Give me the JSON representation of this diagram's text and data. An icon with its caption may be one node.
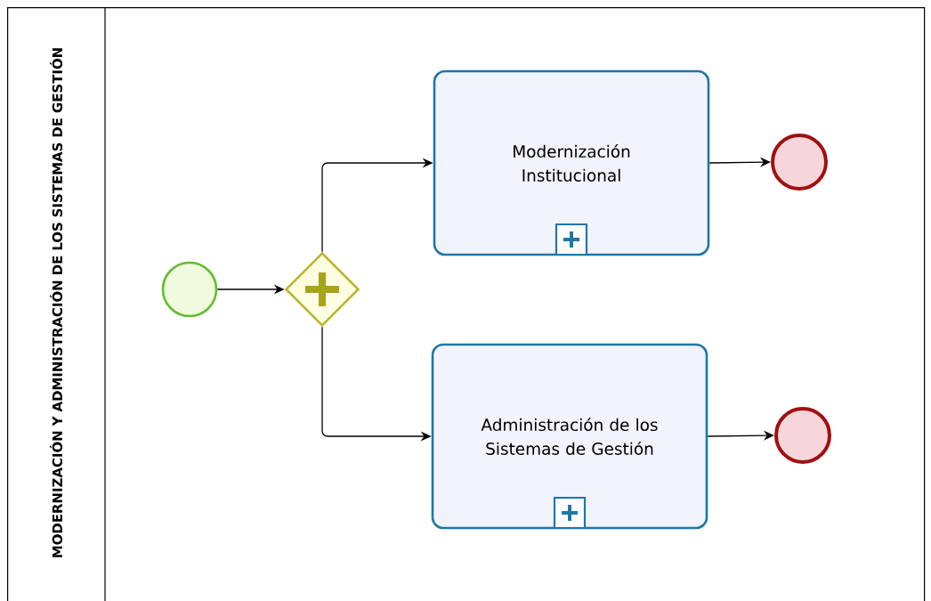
{
  "diagram": {
    "nodes": [
      {
        "text": [
          "MODERNIZACIÓN Y ADMINISTRACIÓN DE LOS SISTEMAS DE GESTIÓN"
        ]
      },
      {
        "text": [],
        "shape": "circle",
        "in": 0
      },
      {
        "text": [],
        "shape": "diamond",
        "in": 0
      },
      {
        "text": [
          "Modernización Institucional"
        ],
        "in": 0
      },
      {
        "text": [
          "Administración de los Sistemas de Gestión"
        ],
        "in": 0
      },
      {
        "text": [],
        "shape": "circle",
        "in": 0
      },
      {
        "text": [],
        "shape": "circle",
        "in": 0
      }
    ],
    "edges": [
      {
        "from": 1,
        "to": 2,
        "arrow": "to"
      },
      {
        "from": 2,
        "to": 3,
        "arrow": "to"
      },
      {
        "from": 2,
        "to": 4,
        "arrow": "to"
      },
      {
        "from": 3,
        "to": 5,
        "arrow": "to"
      },
      {
        "from": 4,
        "to": 6,
        "arrow": "to"
      }
    ]
  }
}
